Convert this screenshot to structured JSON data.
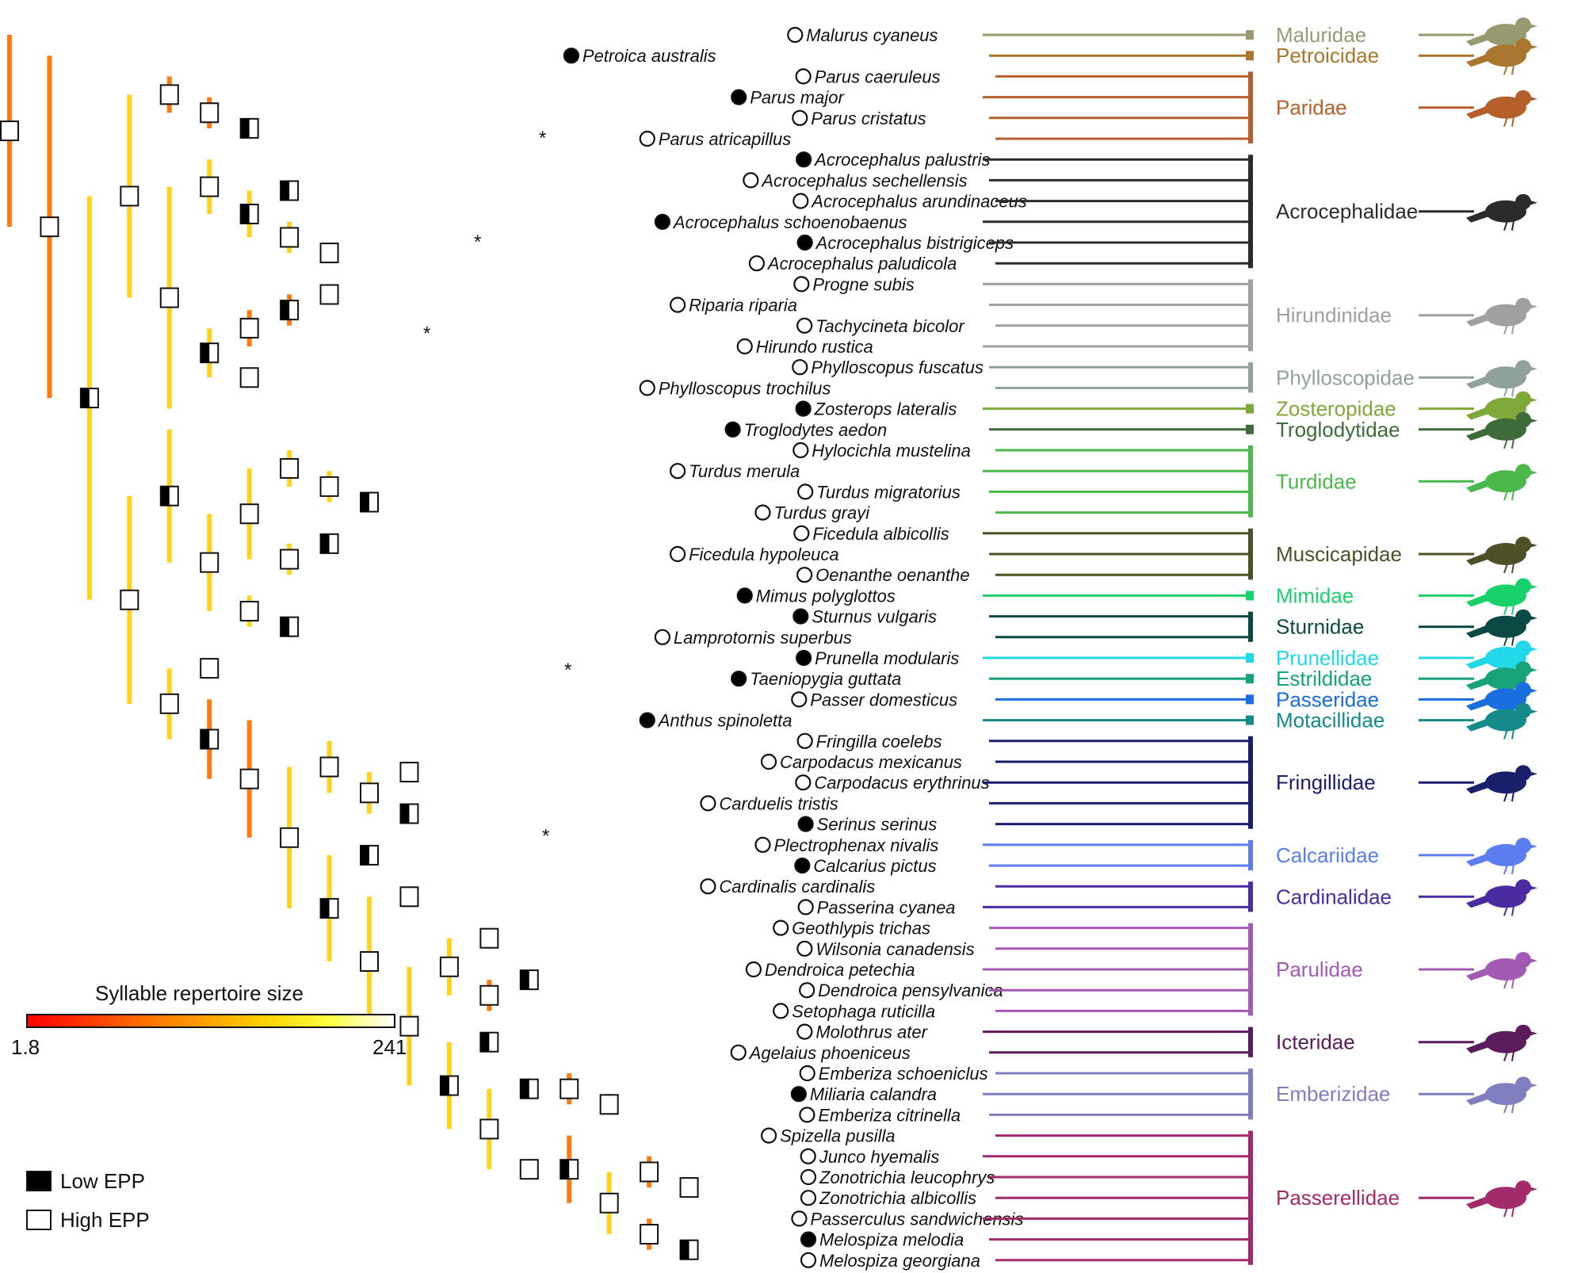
{
  "colorbar": {
    "title": "Syllable repertoire size",
    "min_label": "1.8",
    "max_label": "241",
    "colors": [
      "#ff0000",
      "#ff7a00",
      "#ffd200",
      "#ffff40",
      "#ffffff"
    ]
  },
  "epp_legend": {
    "low_label": "Low EPP",
    "high_label": "High EPP"
  },
  "tree_color_stops": {
    "root": "#f5a21a",
    "red": "#ff1a00",
    "orange": "#ff7a10",
    "yellow": "#ffd21e",
    "pale": "#fffadc"
  },
  "species": [
    {
      "name": "Malurus cyaneus",
      "syllable": "low",
      "epp": "high"
    },
    {
      "name": "Petroica australis",
      "syllable": "low",
      "epp": "low"
    },
    {
      "name": "Parus caeruleus",
      "syllable": "low",
      "epp": "high"
    },
    {
      "name": "Parus major",
      "syllable": "low",
      "epp": "low"
    },
    {
      "name": "Parus cristatus",
      "syllable": "low",
      "epp": "high"
    },
    {
      "name": "Parus atricapillus",
      "syllable": "low",
      "epp": "high"
    },
    {
      "name": "Acrocephalus palustris",
      "syllable": "high",
      "epp": "low"
    },
    {
      "name": "Acrocephalus sechellensis",
      "syllable": "mid",
      "epp": "high"
    },
    {
      "name": "Acrocephalus arundinaceus",
      "syllable": "mid",
      "epp": "high"
    },
    {
      "name": "Acrocephalus schoenobaenus",
      "syllable": "mid",
      "epp": "low"
    },
    {
      "name": "Acrocephalus bistrigiceps",
      "syllable": "mid",
      "epp": "low"
    },
    {
      "name": "Acrocephalus paludicola",
      "syllable": "mid",
      "epp": "high"
    },
    {
      "name": "Progne subis",
      "syllable": "low",
      "epp": "high"
    },
    {
      "name": "Riparia riparia",
      "syllable": "low",
      "epp": "high"
    },
    {
      "name": "Tachycineta bicolor",
      "syllable": "low",
      "epp": "high"
    },
    {
      "name": "Hirundo rustica",
      "syllable": "low",
      "epp": "high"
    },
    {
      "name": "Phylloscopus fuscatus",
      "syllable": "mid",
      "epp": "high"
    },
    {
      "name": "Phylloscopus trochilus",
      "syllable": "mid",
      "epp": "high"
    },
    {
      "name": "Zosterops lateralis",
      "syllable": "mid",
      "epp": "low"
    },
    {
      "name": "Troglodytes aedon",
      "syllable": "mid",
      "epp": "low"
    },
    {
      "name": "Hylocichla mustelina",
      "syllable": "mid",
      "epp": "high"
    },
    {
      "name": "Turdus merula",
      "syllable": "high",
      "epp": "high"
    },
    {
      "name": "Turdus migratorius",
      "syllable": "mid",
      "epp": "high"
    },
    {
      "name": "Turdus grayi",
      "syllable": "mid",
      "epp": "high"
    },
    {
      "name": "Ficedula albicollis",
      "syllable": "mid",
      "epp": "high"
    },
    {
      "name": "Ficedula hypoleuca",
      "syllable": "mid",
      "epp": "high"
    },
    {
      "name": "Oenanthe oenanthe",
      "syllable": "mid",
      "epp": "high"
    },
    {
      "name": "Mimus polyglottos",
      "syllable": "high",
      "epp": "low"
    },
    {
      "name": "Sturnus vulgaris",
      "syllable": "mid",
      "epp": "low"
    },
    {
      "name": "Lamprotornis superbus",
      "syllable": "mid",
      "epp": "high"
    },
    {
      "name": "Prunella modularis",
      "syllable": "mid",
      "epp": "low"
    },
    {
      "name": "Taeniopygia guttata",
      "syllable": "low",
      "epp": "low"
    },
    {
      "name": "Passer domesticus",
      "syllable": "low",
      "epp": "high"
    },
    {
      "name": "Anthus spinoletta",
      "syllable": "low",
      "epp": "low"
    },
    {
      "name": "Fringilla coelebs",
      "syllable": "mid",
      "epp": "high"
    },
    {
      "name": "Carpodacus mexicanus",
      "syllable": "mid",
      "epp": "high"
    },
    {
      "name": "Carpodacus erythrinus",
      "syllable": "low",
      "epp": "high"
    },
    {
      "name": "Carduelis tristis",
      "syllable": "mid",
      "epp": "high"
    },
    {
      "name": "Serinus serinus",
      "syllable": "mid",
      "epp": "low"
    },
    {
      "name": "Plectrophenax nivalis",
      "syllable": "low",
      "epp": "high"
    },
    {
      "name": "Calcarius pictus",
      "syllable": "low",
      "epp": "low"
    },
    {
      "name": "Cardinalis cardinalis",
      "syllable": "low",
      "epp": "high"
    },
    {
      "name": "Passerina cyanea",
      "syllable": "low",
      "epp": "high"
    },
    {
      "name": "Geothlypis trichas",
      "syllable": "low",
      "epp": "high"
    },
    {
      "name": "Wilsonia canadensis",
      "syllable": "low",
      "epp": "high"
    },
    {
      "name": "Dendroica petechia",
      "syllable": "low",
      "epp": "high"
    },
    {
      "name": "Dendroica pensylvanica",
      "syllable": "low",
      "epp": "high"
    },
    {
      "name": "Setophaga ruticilla",
      "syllable": "low",
      "epp": "high"
    },
    {
      "name": "Molothrus ater",
      "syllable": "mid",
      "epp": "high"
    },
    {
      "name": "Agelaius phoeniceus",
      "syllable": "mid",
      "epp": "high"
    },
    {
      "name": "Emberiza schoeniclus",
      "syllable": "low",
      "epp": "high"
    },
    {
      "name": "Miliaria calandra",
      "syllable": "low",
      "epp": "low"
    },
    {
      "name": "Emberiza citrinella",
      "syllable": "low",
      "epp": "high"
    },
    {
      "name": "Spizella pusilla",
      "syllable": "low",
      "epp": "high"
    },
    {
      "name": "Junco hyemalis",
      "syllable": "low",
      "epp": "high"
    },
    {
      "name": "Zonotrichia leucophrys",
      "syllable": "low",
      "epp": "high"
    },
    {
      "name": "Zonotrichia albicollis",
      "syllable": "low",
      "epp": "high"
    },
    {
      "name": "Passerculus sandwichensis",
      "syllable": "low",
      "epp": "high"
    },
    {
      "name": "Melospiza melodia",
      "syllable": "mid",
      "epp": "low"
    },
    {
      "name": "Melospiza georgiana",
      "syllable": "mid",
      "epp": "high"
    }
  ],
  "families": [
    {
      "name": "Maluridae",
      "color": "#9a9a72",
      "first": 0,
      "last": 0,
      "icon": "wren-silhouette-icon"
    },
    {
      "name": "Petroicidae",
      "color": "#a8762e",
      "first": 1,
      "last": 1,
      "icon": "robin-silhouette-icon"
    },
    {
      "name": "Paridae",
      "color": "#b5602a",
      "first": 2,
      "last": 5,
      "icon": "tit-silhouette-icon"
    },
    {
      "name": "Acrocephalidae",
      "color": "#2b2b2b",
      "first": 6,
      "last": 11,
      "icon": "warbler-silhouette-icon"
    },
    {
      "name": "Hirundinidae",
      "color": "#a0a0a0",
      "first": 12,
      "last": 15,
      "icon": "swallow-silhouette-icon"
    },
    {
      "name": "Phylloscopidae",
      "color": "#8fa39a",
      "first": 16,
      "last": 17,
      "icon": "leaf-warbler-silhouette-icon"
    },
    {
      "name": "Zosteropidae",
      "color": "#7fa83a",
      "first": 18,
      "last": 18,
      "icon": "white-eye-silhouette-icon"
    },
    {
      "name": "Troglodytidae",
      "color": "#3f6b3a",
      "first": 19,
      "last": 19,
      "icon": "wren-silhouette-icon"
    },
    {
      "name": "Turdidae",
      "color": "#4bb84b",
      "first": 20,
      "last": 23,
      "icon": "thrush-silhouette-icon"
    },
    {
      "name": "Muscicapidae",
      "color": "#4f4f28",
      "first": 24,
      "last": 26,
      "icon": "flycatcher-silhouette-icon"
    },
    {
      "name": "Mimidae",
      "color": "#19d16a",
      "first": 27,
      "last": 27,
      "icon": "mockingbird-silhouette-icon"
    },
    {
      "name": "Sturnidae",
      "color": "#0b4a44",
      "first": 28,
      "last": 29,
      "icon": "starling-silhouette-icon"
    },
    {
      "name": "Prunellidae",
      "color": "#22d8e8",
      "first": 30,
      "last": 30,
      "icon": "accentor-silhouette-icon"
    },
    {
      "name": "Estrildidae",
      "color": "#17a27a",
      "first": 31,
      "last": 31,
      "icon": "finch-silhouette-icon"
    },
    {
      "name": "Passeridae",
      "color": "#1a6ddc",
      "first": 32,
      "last": 32,
      "icon": "sparrow-silhouette-icon"
    },
    {
      "name": "Motacillidae",
      "color": "#158a8a",
      "first": 33,
      "last": 33,
      "icon": "pipit-silhouette-icon"
    },
    {
      "name": "Fringillidae",
      "color": "#1a1f6b",
      "first": 34,
      "last": 38,
      "icon": "finch-silhouette-icon"
    },
    {
      "name": "Calcariidae",
      "color": "#5a7ef0",
      "first": 39,
      "last": 40,
      "icon": "longspur-silhouette-icon"
    },
    {
      "name": "Cardinalidae",
      "color": "#4a2ca0",
      "first": 41,
      "last": 42,
      "icon": "cardinal-silhouette-icon"
    },
    {
      "name": "Parulidae",
      "color": "#a25ab5",
      "first": 43,
      "last": 47,
      "icon": "wood-warbler-silhouette-icon"
    },
    {
      "name": "Icteridae",
      "color": "#5b1c5b",
      "first": 48,
      "last": 49,
      "icon": "grackle-silhouette-icon"
    },
    {
      "name": "Emberizidae",
      "color": "#7f7fc0",
      "first": 50,
      "last": 52,
      "icon": "bunting-silhouette-icon"
    },
    {
      "name": "Passerellidae",
      "color": "#a32a6b",
      "first": 53,
      "last": 59,
      "icon": "sparrow-silhouette-icon"
    }
  ],
  "tree": [
    "Malurus cyaneus",
    [
      "Petroica australis",
      [
        [
          [
            "Parus caeruleus",
            [
              "Parus major",
              [
                "Parus cristatus",
                "Parus atricapillus"
              ]
            ]
          ],
          [
            [
              "Acrocephalus palustris",
              [
                [
                  "Acrocephalus sechellensis",
                  "Acrocephalus arundinaceus"
                ],
                [
                  "Acrocephalus schoenobaenus",
                  [
                    "Acrocephalus bistrigiceps",
                    "Acrocephalus paludicola"
                  ]
                ]
              ]
            ],
            [
              [
                [
                  [
                    "Progne subis",
                    "Riparia riparia"
                  ],
                  "Tachycineta bicolor"
                ],
                "Hirundo rustica"
              ],
              [
                "Phylloscopus fuscatus",
                "Phylloscopus trochilus"
              ]
            ],
            "Zosterops lateralis"
          ]
        ],
        [
          [
            "Troglodytes aedon",
            [
              [
                [
                  "Hylocichla mustelina",
                  [
                    "Turdus merula",
                    [
                      "Turdus migratorius",
                      "Turdus grayi"
                    ]
                  ]
                ],
                [
                  [
                    "Ficedula albicollis",
                    "Ficedula hypoleuca"
                  ],
                  "Oenanthe oenanthe"
                ]
              ],
              [
                "Mimus polyglottos",
                [
                  "Sturnus vulgaris",
                  "Lamprotornis superbus"
                ]
              ]
            ]
          ],
          [
            [
              "Prunella modularis",
              "Taeniopygia guttata"
            ],
            [
              "Passer domesticus",
              [
                "Anthus spinoletta",
                [
                  [
                    "Fringilla coelebs",
                    [
                      [
                        "Carpodacus mexicanus",
                        "Carpodacus erythrinus"
                      ],
                      [
                        "Carduelis tristis",
                        "Serinus serinus"
                      ]
                    ]
                  ],
                  [
                    [
                      "Plectrophenax nivalis",
                      "Calcarius pictus"
                    ],
                    [
                      [
                        "Cardinalis cardinalis",
                        "Passerina cyanea"
                      ],
                      [
                        [
                          [
                            "Geothlypis trichas",
                            "Wilsonia canadensis"
                          ],
                          [
                            [
                              "Dendroica petechia",
                              "Dendroica pensylvanica"
                            ],
                            "Setophaga ruticilla"
                          ]
                        ],
                        [
                          [
                            "Molothrus ater",
                            "Agelaius phoeniceus"
                          ],
                          [
                            [
                              [
                                "Emberiza schoeniclus",
                                [
                                  "Miliaria calandra",
                                  "Emberiza citrinella"
                                ]
                              ]
                            ],
                            [
                              [
                                "Spizella pusilla",
                                [
                                  [
                                    "Junco hyemalis",
                                    [
                                      "Zonotrichia leucophrys",
                                      "Zonotrichia albicollis"
                                    ]
                                  ],
                                  [
                                    "Passerculus sandwichensis",
                                    [
                                      "Melospiza melodia",
                                      "Melospiza georgiana"
                                    ]
                                  ]
                                ]
                              ]
                            ]
                          ]
                        ]
                      ]
                    ]
                  ]
                ]
              ]
            ]
          ]
        ]
      ]
    ]
  ],
  "star_note": "*"
}
